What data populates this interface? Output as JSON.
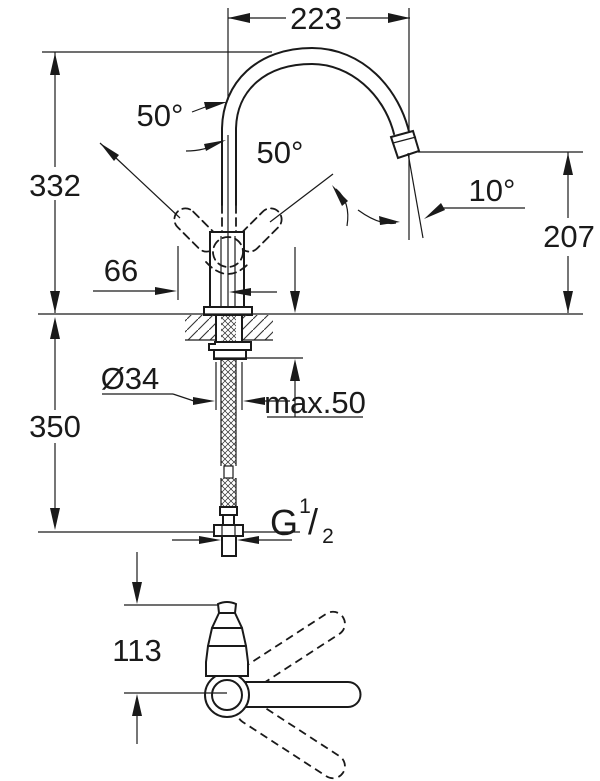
{
  "drawing": {
    "dimensions": {
      "spout_reach": "223",
      "total_height": "332",
      "swivel_angle_left": "50°",
      "handle_angle": "50°",
      "outlet_tilt": "10°",
      "outlet_height": "207",
      "handle_clearance": "66",
      "body_diameter": "Ø34",
      "deck_thickness_max": "max.50",
      "hose_length": "350",
      "top_view_depth": "113",
      "thread_letter": "G",
      "thread_numerator": "1",
      "thread_slash": "/",
      "thread_denominator": "2"
    }
  }
}
